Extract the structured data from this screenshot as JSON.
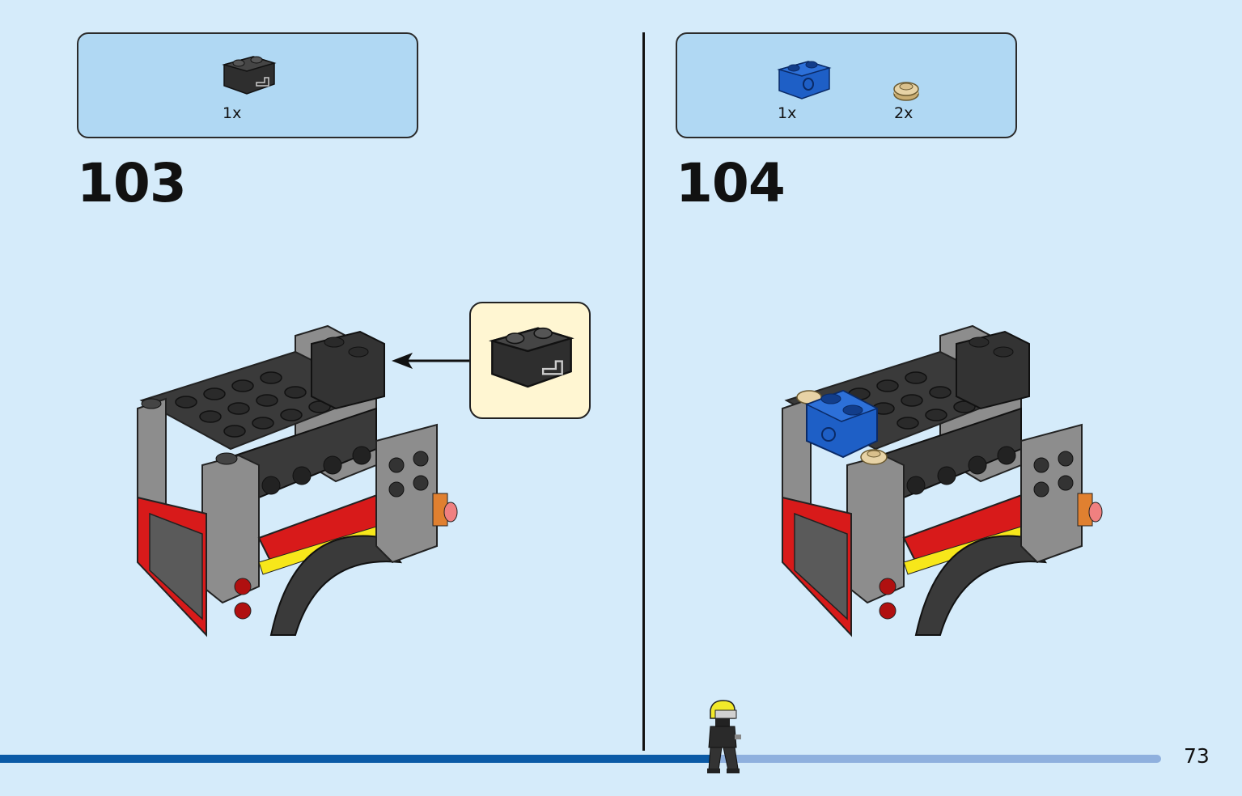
{
  "steps": [
    {
      "number": "103",
      "parts": [
        {
          "icon": "black-brick-1x2-with-clip-icon",
          "qty": "1x"
        }
      ]
    },
    {
      "number": "104",
      "parts": [
        {
          "icon": "blue-technic-brick-1x2-icon",
          "qty": "1x"
        },
        {
          "icon": "tan-round-plate-1x1-icon",
          "qty": "2x"
        }
      ]
    }
  ],
  "page": {
    "number": "73",
    "progress": 0.62
  },
  "colors": {
    "background": "#d5ebfa",
    "parts_box": "#b0d8f3",
    "callout": "#fff6d2",
    "progress_fill": "#0b5aa6",
    "progress_track": "#8fb0de",
    "brick_black": "#2e2e2e",
    "brick_gray": "#8d8d8d",
    "brick_red": "#d81a1a",
    "brick_blue": "#1e5fc6",
    "brick_tan": "#d9c08c"
  }
}
